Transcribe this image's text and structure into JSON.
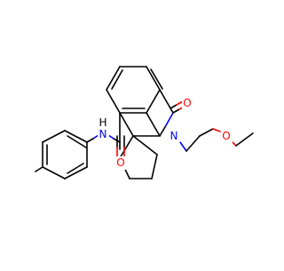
{
  "atom_labels": {
    "carbonyl_oxygen": "O",
    "ring_nitrogen": "N",
    "amide_nitrogen": "N",
    "amide_hydrogen": "H",
    "amide_oxygen": "O",
    "ether_oxygen": "O"
  },
  "colors": {
    "bond": "#000000",
    "oxygen": "#ff0000",
    "nitrogen": "#0000ff",
    "background": "#ffffff"
  }
}
